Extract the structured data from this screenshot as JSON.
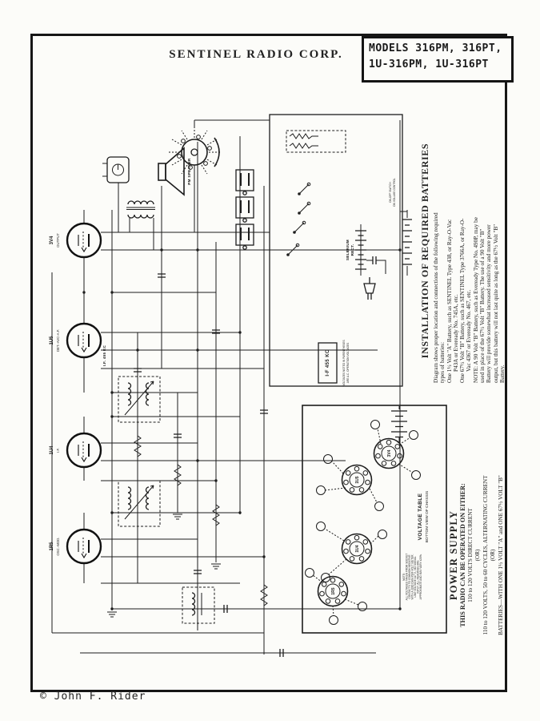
{
  "header": {
    "title": "SENTINEL RADIO CORP.",
    "models_line1": "MODELS 316PM, 316PT,",
    "models_line2": "1U-316PM, 1U-316PT"
  },
  "battery_note": {
    "title": "INSTALLATION OF REQUIRED BATTERIES",
    "lines": [
      "Diagram shows proper location and connections of the following required",
      "types of batteries:",
      "One 1½ Volt \"A\" Battery, such as SENTINEL Type 438, or Ray-O-Vac",
      "P43A or Eveready No. 745A, etc.",
      "One 67½ Volt \"B\" Battery, such as SENTINEL Type 3766A, or Ray-O-",
      "Vac 4367 or Eveready No. 467, etc.",
      "NOTE: A 90 Volt \"B\" Battery, such as Eveready Type No. 490P, may be",
      "used in place of the 67½ Volt \"B\" Battery. The use of a 90 Volt \"B\"",
      "Battery will provide somewhat increased sensitivity and more power",
      "output, but this battery will not last quite as long as the 67½ Volt \"B\"",
      "Battery."
    ]
  },
  "power_supply": {
    "title": "POWER SUPPLY",
    "lines": [
      "THIS RADIO CAN BE OPERATED ON EITHER:",
      "110 to 120 VOLTS DIRECT CURRENT",
      "(OR)",
      "110 to 120 VOLTS, 50 to 60 CYCLES, ALTERNATING CURRENT",
      "(OR)",
      "BATTERIES—WITH ONE 1½ VOLT \"A\" and ONE 67½ VOLT \"B\""
    ]
  },
  "schematic": {
    "tubes": [
      {
        "name": "3V4",
        "role": "OUTPUT"
      },
      {
        "name": "1U5",
        "role": "DET.-AVC-A.F."
      },
      {
        "name": "1U4",
        "role": "I.F."
      },
      {
        "name": "1R5",
        "role": "OSC.-MOD."
      }
    ],
    "labels": {
      "if_box": "I-F 455 KC",
      "if_freq": "I.F. 455 KC",
      "selenium_1": "SELENIUM",
      "selenium_2": "RECT.",
      "speaker": "PM SPEAKER",
      "switch_1": "ON-OFF SWITCH",
      "switch_2": "ON VOLUME CONTROL",
      "note_1": "VOLTAGES NOTED IN PARENTHESES",
      "note_2": "ARE A.C. OPERATION VOLTAGES"
    }
  },
  "tube_panel": {
    "title": "VOLTAGE TABLE",
    "subtitle": "BOTTOM VIEW OF CHASSIS",
    "sockets": [
      "3V4",
      "1U5",
      "1U4",
      "1R5"
    ],
    "note_lines": [
      "NOTE:",
      "ALL VOLTAGES TAKEN FROM SOCKET",
      "CONTACTS TO COMMON NEGATIVE",
      "WITH A 1000 OHM-PER-VOLT METER.",
      "LINE VOLTAGE 117 V., NO SIGNAL",
      "INPUT. ALL READINGS ARE",
      "APPROXIMATE AND MAY VARY ±20%."
    ]
  },
  "footer": {
    "copyright": "© John F. Rider"
  }
}
